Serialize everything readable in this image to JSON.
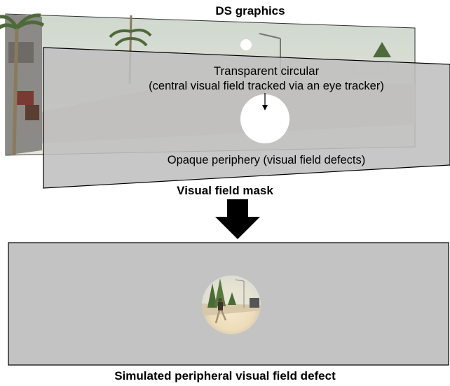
{
  "titles": {
    "ds_graphics": "DS graphics",
    "visual_field_mask": "Visual field mask",
    "simulated_defect": "Simulated peripheral visual field defect"
  },
  "mask_labels": {
    "transparent_line1": "Transparent circular",
    "transparent_line2": "(central visual field tracked via an eye tracker)",
    "opaque": "Opaque periphery (visual field defects)"
  },
  "colors": {
    "mask_gray": "#bfbfbf",
    "panel_gray": "#c3c3c3",
    "arrow": "#000000",
    "sky": "#dfe3d6",
    "road": "#bdbbb4"
  },
  "icons": [
    "down-arrow-icon",
    "pointer-arrow-icon"
  ]
}
